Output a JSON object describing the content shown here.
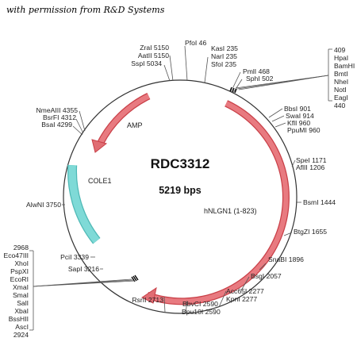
{
  "credit": "with permission from R&D Systems",
  "plasmid": {
    "name": "RDC3312",
    "size": "5219 bps"
  },
  "features": {
    "amp": "AMP",
    "cole1": "COLE1",
    "hnlgn1": "hNLGN1 (1-823)"
  },
  "labels": {
    "pfoi": "PfoI 46",
    "zrai": "ZraI 5150",
    "aatii": "AatII 5150",
    "sspi": "SspI 5034",
    "kasi": "KasI 235",
    "nari": "NarI 235",
    "sfoi": "SfoI 235",
    "pmli": "PmlI 468",
    "sphi": "SphI 502",
    "mcs1": [
      "409",
      "HpaI",
      "BamHI",
      "BmtI",
      "NheI",
      "NotI",
      "EagI",
      "440"
    ],
    "bbsi": "BbsI 901",
    "swai": "SwaI 914",
    "kfli": "KflI 960",
    "ppumi": "PpuMI 960",
    "spei": "SpeI 1171",
    "aflii": "AflII 1206",
    "bsmi": "BsmI 1444",
    "btgzi": "BtgZI 1655",
    "snabi": "SnaBI 1896",
    "bsgi": "BsgI 2057",
    "acc65i": "Acc65I 2277",
    "kpni": "KpnI 2277",
    "bbvci": "BbvCI 2590",
    "bpu10i": "Bpu10I 2590",
    "rsrii": "RsrII 2713",
    "sapi": "SapI 3216",
    "pcii": "PciI 3339",
    "alwni": "AlwNI 3750",
    "nmeaiii": "NmeAIII 4355",
    "bsrfi": "BsrFI 4312",
    "bsai": "BsaI 4299",
    "mcs2": [
      "2968",
      "Eco47III",
      "XhoI",
      "PspXI",
      "EcoRI",
      "XmaI",
      "SmaI",
      "SalI",
      "XbaI",
      "BssHII",
      "AscI",
      "2924"
    ]
  },
  "colors": {
    "amp": "#e06d73",
    "hnlgn1": "#e06d73",
    "cole1": "#73d5d2"
  }
}
